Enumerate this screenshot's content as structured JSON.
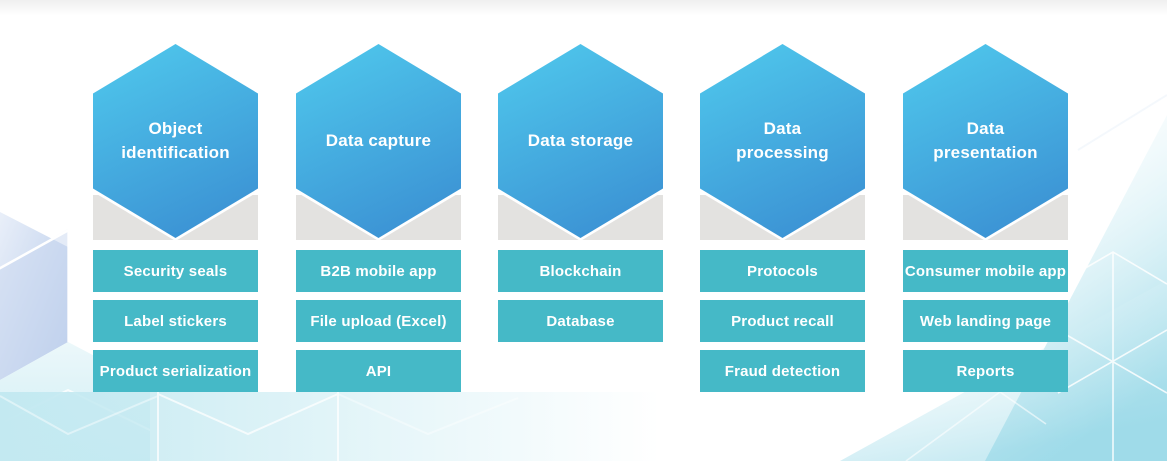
{
  "diagram": {
    "columns": [
      {
        "hex_label": "Object identification",
        "items": [
          "Security seals",
          "Label stickers",
          "Product serialization"
        ]
      },
      {
        "hex_label": "Data capture",
        "items": [
          "B2B mobile app",
          "File upload (Excel)",
          "API"
        ]
      },
      {
        "hex_label": "Data storage",
        "items": [
          "Blockchain",
          "Database"
        ]
      },
      {
        "hex_label": "Data processing",
        "items": [
          "Protocols",
          "Product recall",
          "Fraud detection"
        ]
      },
      {
        "hex_label": "Data presentation",
        "items": [
          "Consumer mobile app",
          "Web landing page",
          "Reports"
        ]
      }
    ]
  },
  "colors": {
    "hexagon_gradient_start": "#4ec5eb",
    "hexagon_gradient_end": "#3a8ed2",
    "item_bar_teal": "#45b9c7",
    "band_gray": "#e3e2e0",
    "background_cyan_light": "#c3e9f1",
    "background_periwinkle": "#b3c8e9",
    "text_white": "#ffffff"
  }
}
